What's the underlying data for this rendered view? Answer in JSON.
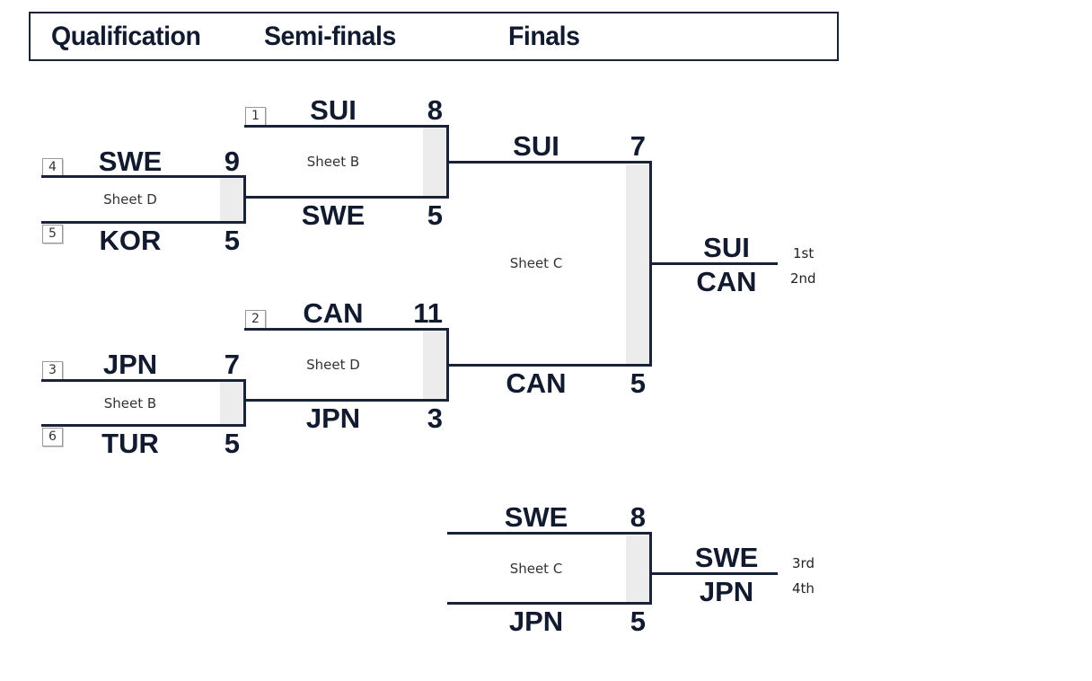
{
  "header": {
    "rounds": [
      "Qualification",
      "Semi-finals",
      "Finals"
    ]
  },
  "qualification": [
    {
      "sheet": "Sheet D",
      "top": {
        "seed": "4",
        "team": "SWE",
        "score": "9"
      },
      "bottom": {
        "seed": "5",
        "team": "KOR",
        "score": "5"
      }
    },
    {
      "sheet": "Sheet B",
      "top": {
        "seed": "3",
        "team": "JPN",
        "score": "7"
      },
      "bottom": {
        "seed": "6",
        "team": "TUR",
        "score": "5"
      }
    }
  ],
  "semifinals": [
    {
      "sheet": "Sheet B",
      "top": {
        "seed": "1",
        "team": "SUI",
        "score": "8"
      },
      "bottom": {
        "team": "SWE",
        "score": "5"
      }
    },
    {
      "sheet": "Sheet D",
      "top": {
        "seed": "2",
        "team": "CAN",
        "score": "11"
      },
      "bottom": {
        "team": "JPN",
        "score": "3"
      }
    }
  ],
  "final": {
    "sheet": "Sheet C",
    "top": {
      "team": "SUI",
      "score": "7"
    },
    "bottom": {
      "team": "CAN",
      "score": "5"
    }
  },
  "bronze": {
    "sheet": "Sheet C",
    "top": {
      "team": "SWE",
      "score": "8"
    },
    "bottom": {
      "team": "JPN",
      "score": "5"
    }
  },
  "standings": {
    "gold": {
      "team": "SUI",
      "place": "1st"
    },
    "silver": {
      "team": "CAN",
      "place": "2nd"
    },
    "bronze": {
      "team": "SWE",
      "place": "3rd"
    },
    "fourth": {
      "team": "JPN",
      "place": "4th"
    }
  }
}
